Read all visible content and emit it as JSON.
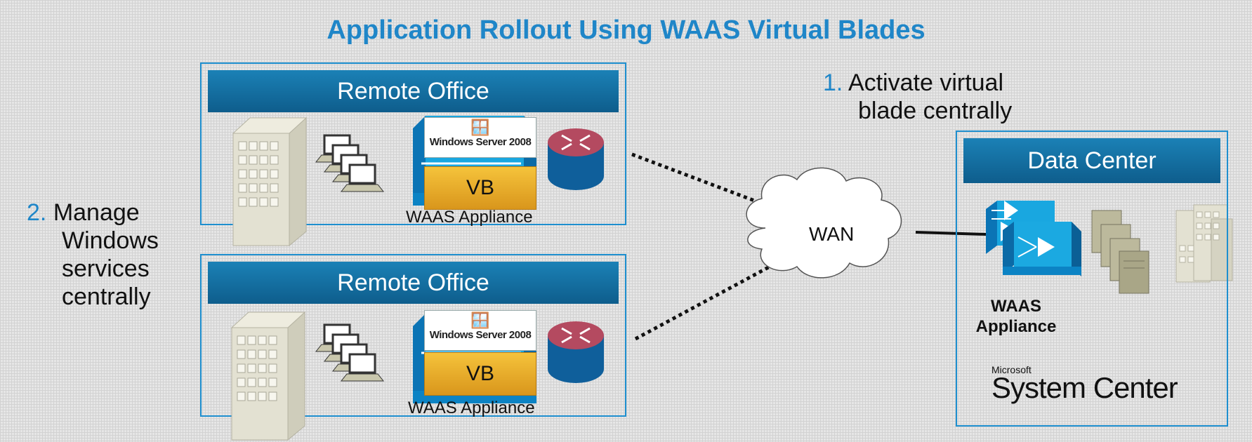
{
  "title": "Application Rollout Using WAAS Virtual Blades",
  "remote_offices": [
    {
      "label": "Remote Office",
      "vb_label": "VB",
      "windows_logo": "Windows Server 2008",
      "appliance_label": "WAAS Appliance"
    },
    {
      "label": "Remote Office",
      "vb_label": "VB",
      "windows_logo": "Windows Server 2008",
      "appliance_label": "WAAS Appliance"
    }
  ],
  "wan": {
    "label": "WAN"
  },
  "data_center": {
    "label": "Data Center",
    "appliance_label_line1": "WAAS",
    "appliance_label_line2": "Appliance",
    "microsoft_small": "Microsoft",
    "system_center": "System Center"
  },
  "notes": {
    "step1_number": "1.",
    "step1_line1": "Activate virtual",
    "step1_line2": "blade centrally",
    "step2_number": "2.",
    "step2_line1": "Manage",
    "step2_line2": "Windows",
    "step2_line3": "services",
    "step2_line4": "centrally"
  },
  "colors": {
    "accent": "#1f86c8",
    "bar": "#1b81b6",
    "vb": "#f0b42c",
    "router": "#b35061"
  }
}
